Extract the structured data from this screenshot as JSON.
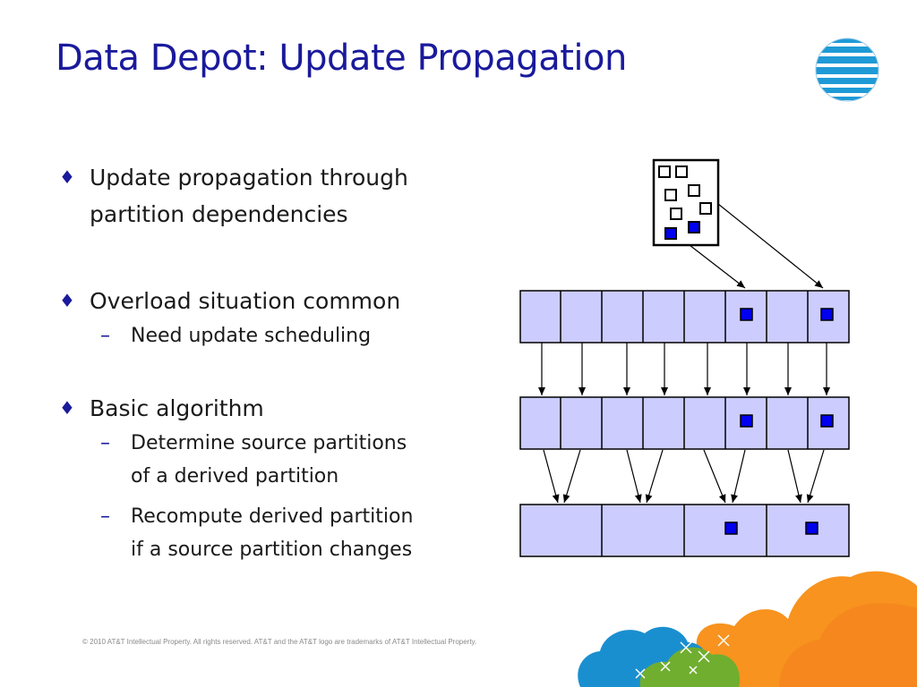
{
  "slide": {
    "title": "Data Depot: Update Propagation",
    "footer": "© 2010 AT&T Intellectual Property. All rights reserved. AT&T and the AT&T logo are trademarks of AT&T Intellectual Property."
  },
  "bullets": {
    "b1_line1": "Update propagation through",
    "b1_line2": "partition dependencies",
    "b2_line1": "Overload situation common",
    "b2_sub1": "Need update scheduling",
    "b3_line1": "Basic algorithm",
    "b3_sub1_line1": "Determine source partitions",
    "b3_sub1_line2": "of a derived partition",
    "b3_sub2_line1": "Recompute derived partition",
    "b3_sub2_line2": "if a source partition changes"
  },
  "colors": {
    "title": "#1a1a9c",
    "partition_fill": "#ccccff",
    "marker": "#0000ee",
    "orange": "#f7931e",
    "cloud_blue": "#1a8fd0",
    "cloud_green": "#6fae2f"
  },
  "icons": {
    "bullet": "diamond-bullet-icon",
    "sub_bullet": "dash-bullet-icon",
    "logo": "att-globe-logo"
  }
}
